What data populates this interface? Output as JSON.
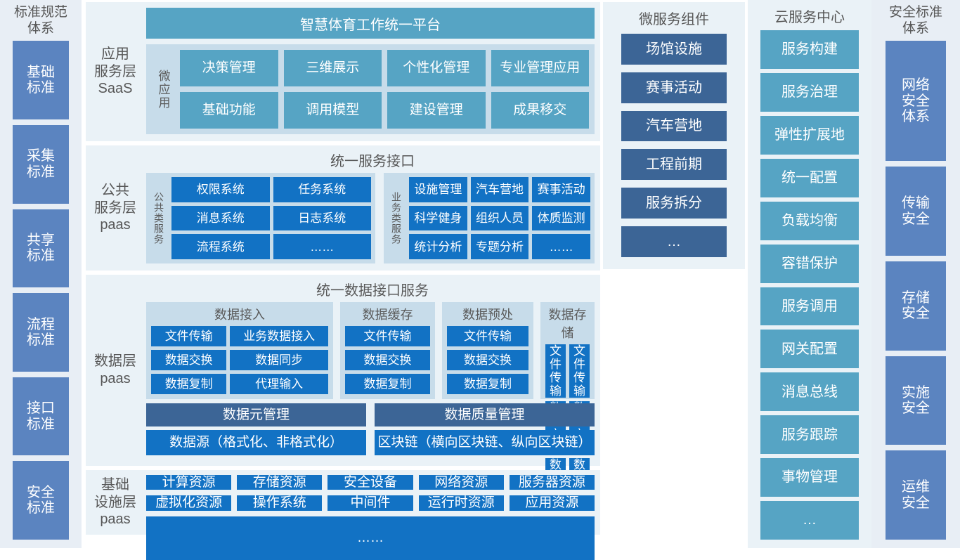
{
  "left_sidebar": {
    "title": "标准规范\n体系",
    "title_lines": [
      "标准规范",
      "体系"
    ],
    "items": [
      {
        "label": "基础\n标准",
        "lines": [
          "基础",
          "标准"
        ]
      },
      {
        "label": "采集\n标准",
        "lines": [
          "采集",
          "标准"
        ]
      },
      {
        "label": "共享\n标准",
        "lines": [
          "共享",
          "标准"
        ]
      },
      {
        "label": "流程\n标准",
        "lines": [
          "流程",
          "标准"
        ]
      },
      {
        "label": "接口\n标准",
        "lines": [
          "接口",
          "标准"
        ]
      },
      {
        "label": "安全\n标准",
        "lines": [
          "安全",
          "标准"
        ]
      }
    ],
    "color": "#5b84c0"
  },
  "right_sidebar": {
    "title_lines": [
      "安全标准",
      "体系"
    ],
    "items": [
      {
        "lines": [
          "网络",
          "安全",
          "体系"
        ]
      },
      {
        "lines": [
          "传输",
          "安全"
        ]
      },
      {
        "lines": [
          "存储",
          "安全"
        ]
      },
      {
        "lines": [
          "实施",
          "安全"
        ]
      },
      {
        "lines": [
          "运维",
          "安全"
        ]
      }
    ],
    "color": "#5b84c0"
  },
  "app_layer": {
    "label_lines": [
      "应用",
      "服务层",
      "SaaS"
    ],
    "platform_title": "智慧体育工作统一平台",
    "group_tag": "微应用",
    "apps": [
      "决策管理",
      "三维展示",
      "个性化管理",
      "专业管理应用",
      "基础功能",
      "调用模型",
      "建设管理",
      "成果移交"
    ],
    "color": "#56a4c4"
  },
  "public_layer": {
    "label_lines": [
      "公共",
      "服务层",
      "paas"
    ],
    "band_title": "统一服务接口",
    "groups": [
      {
        "tag": "公共类服务",
        "items": [
          "权限系统",
          "任务系统",
          "消息系统",
          "日志系统",
          "流程系统",
          "……"
        ]
      },
      {
        "tag": "业务类服务",
        "items": [
          "设施管理",
          "汽车营地",
          "赛事活动",
          "科学健身",
          "组织人员",
          "体质监测",
          "统计分析",
          "专题分析",
          "……"
        ]
      }
    ],
    "color": "#1272c4"
  },
  "data_layer": {
    "label_lines": [
      "数据层",
      "paas"
    ],
    "band_title": "统一数据接口服务",
    "groups": [
      {
        "title": "数据接入",
        "items": [
          "文件传输",
          "业务数据接入",
          "数据交换",
          "数据同步",
          "数据复制",
          "代理输入"
        ]
      },
      {
        "title": "数据缓存",
        "items": [
          "文件传输",
          "数据交换",
          "数据复制"
        ]
      },
      {
        "title": "数据预处",
        "items": [
          "文件传输",
          "数据交换",
          "数据复制"
        ]
      },
      {
        "title": "数据存储",
        "items": [
          "文件传输",
          "文件传输",
          "数据交换",
          "数据交换",
          "数据复制",
          "数据复制"
        ]
      }
    ],
    "management_row": [
      "数据元管理",
      "数据质量管理"
    ],
    "source_row": [
      "数据源（格式化、非格式化）",
      "区块链（横向区块链、纵向区块链）"
    ],
    "colors": {
      "item": "#1272c4",
      "management": "#3c6596",
      "source": "#1272c4"
    }
  },
  "infra_layer": {
    "label_lines": [
      "基础",
      "设施层",
      "paas"
    ],
    "items": [
      "计算资源",
      "存储资源",
      "安全设备",
      "网络资源",
      "服务器资源",
      "虚拟化资源",
      "操作系统",
      "中间件",
      "运行时资源",
      "应用资源"
    ],
    "more": "……",
    "color": "#1272c4"
  },
  "microservices": {
    "title": "微服务组件",
    "items": [
      "场馆设施",
      "赛事活动",
      "汽车营地",
      "工程前期",
      "服务拆分",
      "…"
    ],
    "color": "#3c6596"
  },
  "cloud_center": {
    "title": "云服务中心",
    "items": [
      "服务构建",
      "服务治理",
      "弹性扩展地",
      "统一配置",
      "负载均衡",
      "容错保护",
      "服务调用",
      "网关配置",
      "消息总线",
      "服务跟踪",
      "事物管理",
      "…"
    ],
    "color": "#56a4c4"
  }
}
